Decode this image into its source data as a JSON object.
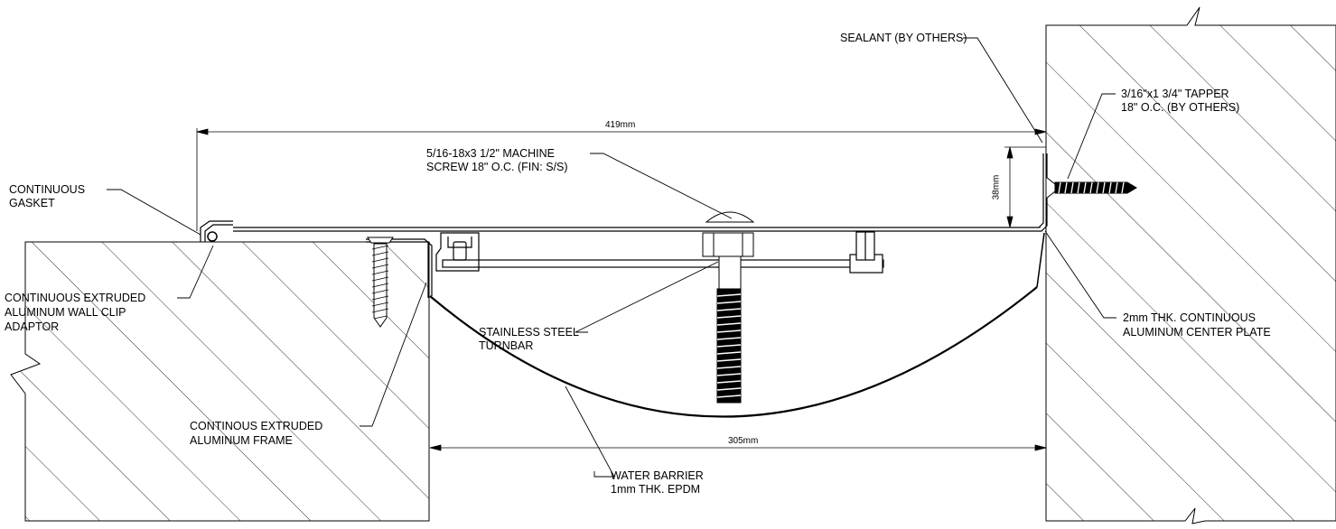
{
  "labels": {
    "sealant": "SEALANT (BY OTHERS)",
    "tapper_1": "3/16\"x1 3/4\" TAPPER",
    "tapper_2": "18\" O.C. (BY OTHERS)",
    "machine_screw_1": "5/16-18x3 1/2\" MACHINE",
    "machine_screw_2": "SCREW 18\" O.C. (FIN: S/S)",
    "gasket_1": "CONTINUOUS",
    "gasket_2": "GASKET",
    "wall_clip_1": "CONTINUOUS EXTRUDED",
    "wall_clip_2": "ALUMINUM WALL CLIP",
    "wall_clip_3": "ADAPTOR",
    "turnbar_1": "STAINLESS STEEL",
    "turnbar_2": "TURNBAR",
    "center_plate_1": "2mm THK. CONTINUOUS",
    "center_plate_2": "ALUMINUM CENTER PLATE",
    "frame_1": "CONTINOUS EXTRUDED",
    "frame_2": "ALUMINUM FRAME",
    "water_barrier_1": "WATER BARRIER",
    "water_barrier_2": "1mm THK. EPDM"
  },
  "dimensions": {
    "overall_width": "419mm",
    "opening_width": "305mm",
    "depth": "38mm"
  },
  "colors": {
    "line": "#000000",
    "background": "#ffffff"
  }
}
